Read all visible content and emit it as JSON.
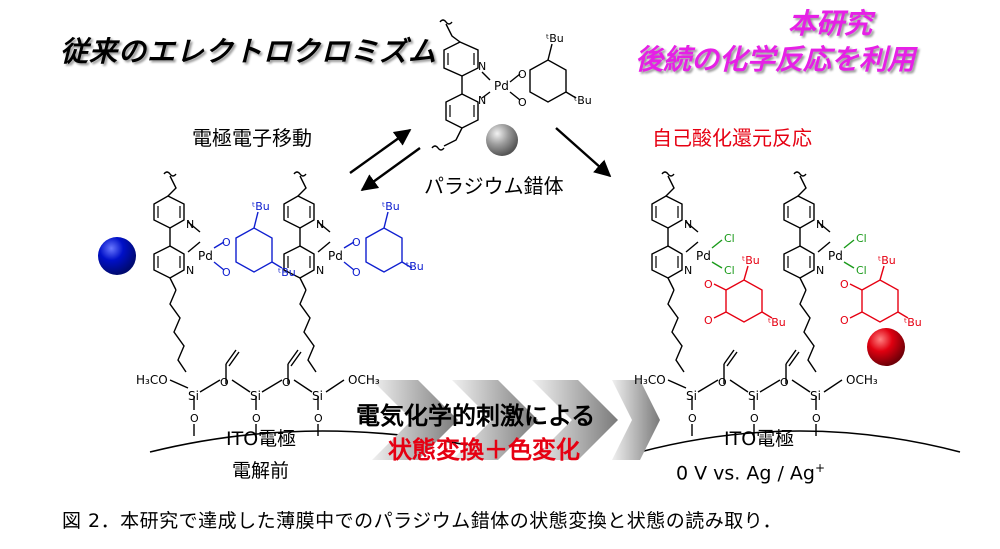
{
  "heading": {
    "left": "従来のエレクトロクロミズム",
    "right_line1": "本研究",
    "right_line2": "後続の化学反応を利用"
  },
  "labels": {
    "electrode_transfer": "電極電子移動",
    "pd_complex": "パラジウム錯体",
    "self_redox": "自己酸化還元反応",
    "stimulus": "電気化学的刺激による",
    "state_change": "状態変換＋色変化",
    "ito_left": "ITO電極",
    "before": "電解前",
    "ito_right": "ITO電極",
    "potential": "0 V vs. Ag / Ag",
    "potential_sup": "+"
  },
  "chem": {
    "pd": "Pd",
    "n": "N",
    "o": "O",
    "cl": "Cl",
    "si": "Si",
    "tbu": "ᵗBu",
    "h3co": "H₃CO",
    "och3": "OCH₃"
  },
  "caption": "図 2．本研究で達成した薄膜中でのパラジウム錯体の状態変換と状態の読み取り．",
  "colors": {
    "blue_ligand": "#1020d0",
    "red_quinone": "#e60012",
    "green_cl": "#1a9a1a",
    "magenta": "#e620e6",
    "blue_ball": "#0010c8",
    "red_ball": "#e00010",
    "grey_ball": "#909090"
  }
}
